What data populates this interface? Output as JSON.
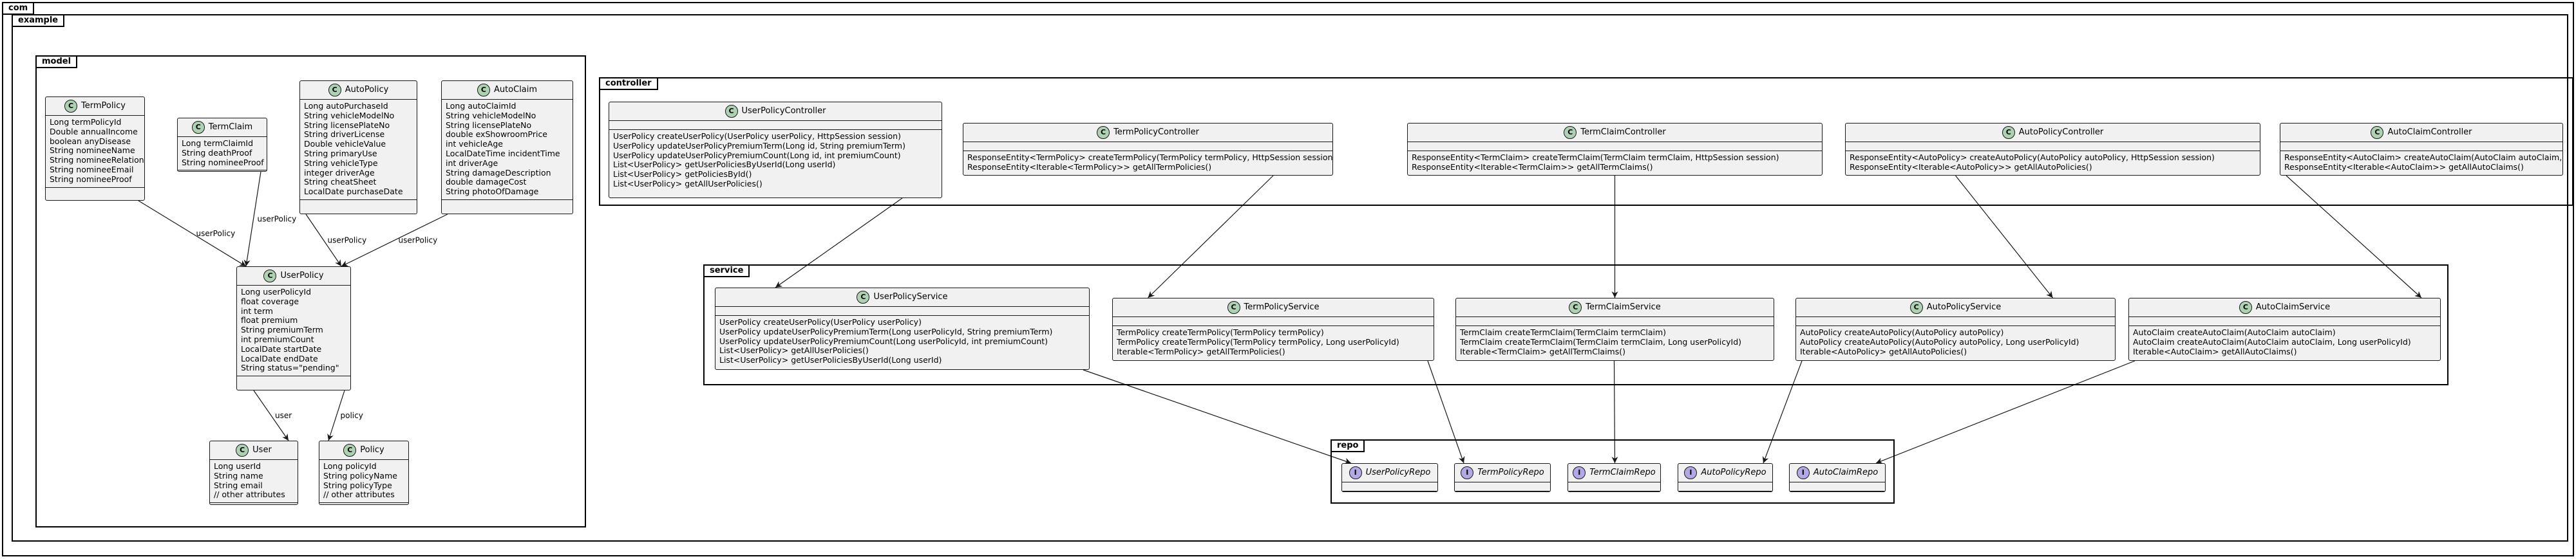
{
  "packages": {
    "com": "com",
    "example": "example",
    "model": "model",
    "controller": "controller",
    "service": "service",
    "repo": "repo"
  },
  "colors": {
    "class_badge": "#add1b2",
    "interface_badge": "#b4a7e5",
    "box_fill": "#f1f1f1",
    "line": "#181818"
  },
  "classes": {
    "TermPolicy": {
      "kind": "class",
      "name": "TermPolicy",
      "attributes": [
        "Long termPolicyId",
        "Double annualIncome",
        "boolean anyDisease",
        "String nomineeName",
        "String nomineeRelation",
        "String nomineeEmail",
        "String nomineeProof"
      ],
      "methods": []
    },
    "TermClaim": {
      "kind": "class",
      "name": "TermClaim",
      "attributes": [
        "Long termClaimId",
        "String deathProof",
        "String nomineeProof"
      ],
      "methods": []
    },
    "AutoPolicy": {
      "kind": "class",
      "name": "AutoPolicy",
      "attributes": [
        "Long autoPurchaseId",
        "String vehicleModelNo",
        "String licensePlateNo",
        "String driverLicense",
        "Double vehicleValue",
        "String primaryUse",
        "String vehicleType",
        "integer driverAge",
        "String cheatSheet",
        "LocalDate purchaseDate"
      ],
      "methods": []
    },
    "AutoClaim": {
      "kind": "class",
      "name": "AutoClaim",
      "attributes": [
        "Long autoClaimId",
        "String vehicleModelNo",
        "String licensePlateNo",
        "double exShowroomPrice",
        "int vehicleAge",
        "LocalDateTime incidentTime",
        "int driverAge",
        "String damageDescription",
        "double damageCost",
        "String photoOfDamage"
      ],
      "methods": []
    },
    "UserPolicy": {
      "kind": "class",
      "name": "UserPolicy",
      "attributes": [
        "Long userPolicyId",
        "float coverage",
        "int term",
        "float premium",
        "String premiumTerm",
        "int premiumCount",
        "LocalDate startDate",
        "LocalDate endDate",
        "String status=\"pending\""
      ],
      "methods": []
    },
    "User": {
      "kind": "class",
      "name": "User",
      "attributes": [
        "Long userId",
        "String name",
        "String email",
        "// other attributes"
      ],
      "methods": []
    },
    "Policy": {
      "kind": "class",
      "name": "Policy",
      "attributes": [
        "Long policyId",
        "String policyName",
        "String policyType",
        "// other attributes"
      ],
      "methods": []
    },
    "UserPolicyController": {
      "kind": "class",
      "name": "UserPolicyController",
      "attributes": [],
      "methods": [
        "UserPolicy createUserPolicy(UserPolicy userPolicy, HttpSession session)",
        "UserPolicy updateUserPolicyPremiumTerm(Long id, String premiumTerm)",
        "UserPolicy updateUserPolicyPremiumCount(Long id, int premiumCount)",
        "List<UserPolicy> getUserPoliciesByUserId(Long userId)",
        "List<UserPolicy> getPoliciesById()",
        "List<UserPolicy> getAllUserPolicies()"
      ]
    },
    "TermPolicyController": {
      "kind": "class",
      "name": "TermPolicyController",
      "attributes": [],
      "methods": [
        "ResponseEntity<TermPolicy> createTermPolicy(TermPolicy termPolicy, HttpSession session)",
        "ResponseEntity<Iterable<TermPolicy>> getAllTermPolicies()"
      ]
    },
    "TermClaimController": {
      "kind": "class",
      "name": "TermClaimController",
      "attributes": [],
      "methods": [
        "ResponseEntity<TermClaim> createTermClaim(TermClaim termClaim, HttpSession session)",
        "ResponseEntity<Iterable<TermClaim>> getAllTermClaims()"
      ]
    },
    "AutoPolicyController": {
      "kind": "class",
      "name": "AutoPolicyController",
      "attributes": [],
      "methods": [
        "ResponseEntity<AutoPolicy> createAutoPolicy(AutoPolicy autoPolicy, HttpSession session)",
        "ResponseEntity<Iterable<AutoPolicy>> getAllAutoPolicies()"
      ]
    },
    "AutoClaimController": {
      "kind": "class",
      "name": "AutoClaimController",
      "attributes": [],
      "methods": [
        "ResponseEntity<AutoClaim> createAutoClaim(AutoClaim autoClaim, HttpSession session)",
        "ResponseEntity<Iterable<AutoClaim>> getAllAutoClaims()"
      ]
    },
    "UserPolicyService": {
      "kind": "class",
      "name": "UserPolicyService",
      "attributes": [],
      "methods": [
        "UserPolicy createUserPolicy(UserPolicy userPolicy)",
        "UserPolicy updateUserPolicyPremiumTerm(Long userPolicyId, String premiumTerm)",
        "UserPolicy updateUserPolicyPremiumCount(Long userPolicyId, int premiumCount)",
        "List<UserPolicy> getAllUserPolicies()",
        "List<UserPolicy> getUserPoliciesByUserId(Long userId)"
      ]
    },
    "TermPolicyService": {
      "kind": "class",
      "name": "TermPolicyService",
      "attributes": [],
      "methods": [
        "TermPolicy createTermPolicy(TermPolicy termPolicy)",
        "TermPolicy createTermPolicy(TermPolicy termPolicy, Long userPolicyId)",
        "Iterable<TermPolicy> getAllTermPolicies()"
      ]
    },
    "TermClaimService": {
      "kind": "class",
      "name": "TermClaimService",
      "attributes": [],
      "methods": [
        "TermClaim createTermClaim(TermClaim termClaim)",
        "TermClaim createTermClaim(TermClaim termClaim, Long userPolicyId)",
        "Iterable<TermClaim> getAllTermClaims()"
      ]
    },
    "AutoPolicyService": {
      "kind": "class",
      "name": "AutoPolicyService",
      "attributes": [],
      "methods": [
        "AutoPolicy createAutoPolicy(AutoPolicy autoPolicy)",
        "AutoPolicy createAutoPolicy(AutoPolicy autoPolicy, Long userPolicyId)",
        "Iterable<AutoPolicy> getAllAutoPolicies()"
      ]
    },
    "AutoClaimService": {
      "kind": "class",
      "name": "AutoClaimService",
      "attributes": [],
      "methods": [
        "AutoClaim createAutoClaim(AutoClaim autoClaim)",
        "AutoClaim createAutoClaim(AutoClaim autoClaim, Long userPolicyId)",
        "Iterable<AutoClaim> getAllAutoClaims()"
      ]
    },
    "UserPolicyRepo": {
      "kind": "interface",
      "name": "UserPolicyRepo",
      "attributes": [],
      "methods": []
    },
    "TermPolicyRepo": {
      "kind": "interface",
      "name": "TermPolicyRepo",
      "attributes": [],
      "methods": []
    },
    "TermClaimRepo": {
      "kind": "interface",
      "name": "TermClaimRepo",
      "attributes": [],
      "methods": []
    },
    "AutoPolicyRepo": {
      "kind": "interface",
      "name": "AutoPolicyRepo",
      "attributes": [],
      "methods": []
    },
    "AutoClaimRepo": {
      "kind": "interface",
      "name": "AutoClaimRepo",
      "attributes": [],
      "methods": []
    }
  },
  "relations": [
    {
      "from": "TermPolicy",
      "to": "UserPolicy",
      "label": "userPolicy"
    },
    {
      "from": "TermClaim",
      "to": "UserPolicy",
      "label": "userPolicy"
    },
    {
      "from": "AutoPolicy",
      "to": "UserPolicy",
      "label": "userPolicy"
    },
    {
      "from": "AutoClaim",
      "to": "UserPolicy",
      "label": "userPolicy"
    },
    {
      "from": "UserPolicy",
      "to": "User",
      "label": "user"
    },
    {
      "from": "UserPolicy",
      "to": "Policy",
      "label": "policy"
    },
    {
      "from": "UserPolicyController",
      "to": "UserPolicyService",
      "label": ""
    },
    {
      "from": "TermPolicyController",
      "to": "TermPolicyService",
      "label": ""
    },
    {
      "from": "TermClaimController",
      "to": "TermClaimService",
      "label": ""
    },
    {
      "from": "AutoPolicyController",
      "to": "AutoPolicyService",
      "label": ""
    },
    {
      "from": "AutoClaimController",
      "to": "AutoClaimService",
      "label": ""
    },
    {
      "from": "UserPolicyService",
      "to": "UserPolicyRepo",
      "label": ""
    },
    {
      "from": "TermPolicyService",
      "to": "TermPolicyRepo",
      "label": ""
    },
    {
      "from": "TermClaimService",
      "to": "TermClaimRepo",
      "label": ""
    },
    {
      "from": "AutoPolicyService",
      "to": "AutoPolicyRepo",
      "label": ""
    },
    {
      "from": "AutoClaimService",
      "to": "AutoClaimRepo",
      "label": ""
    }
  ]
}
